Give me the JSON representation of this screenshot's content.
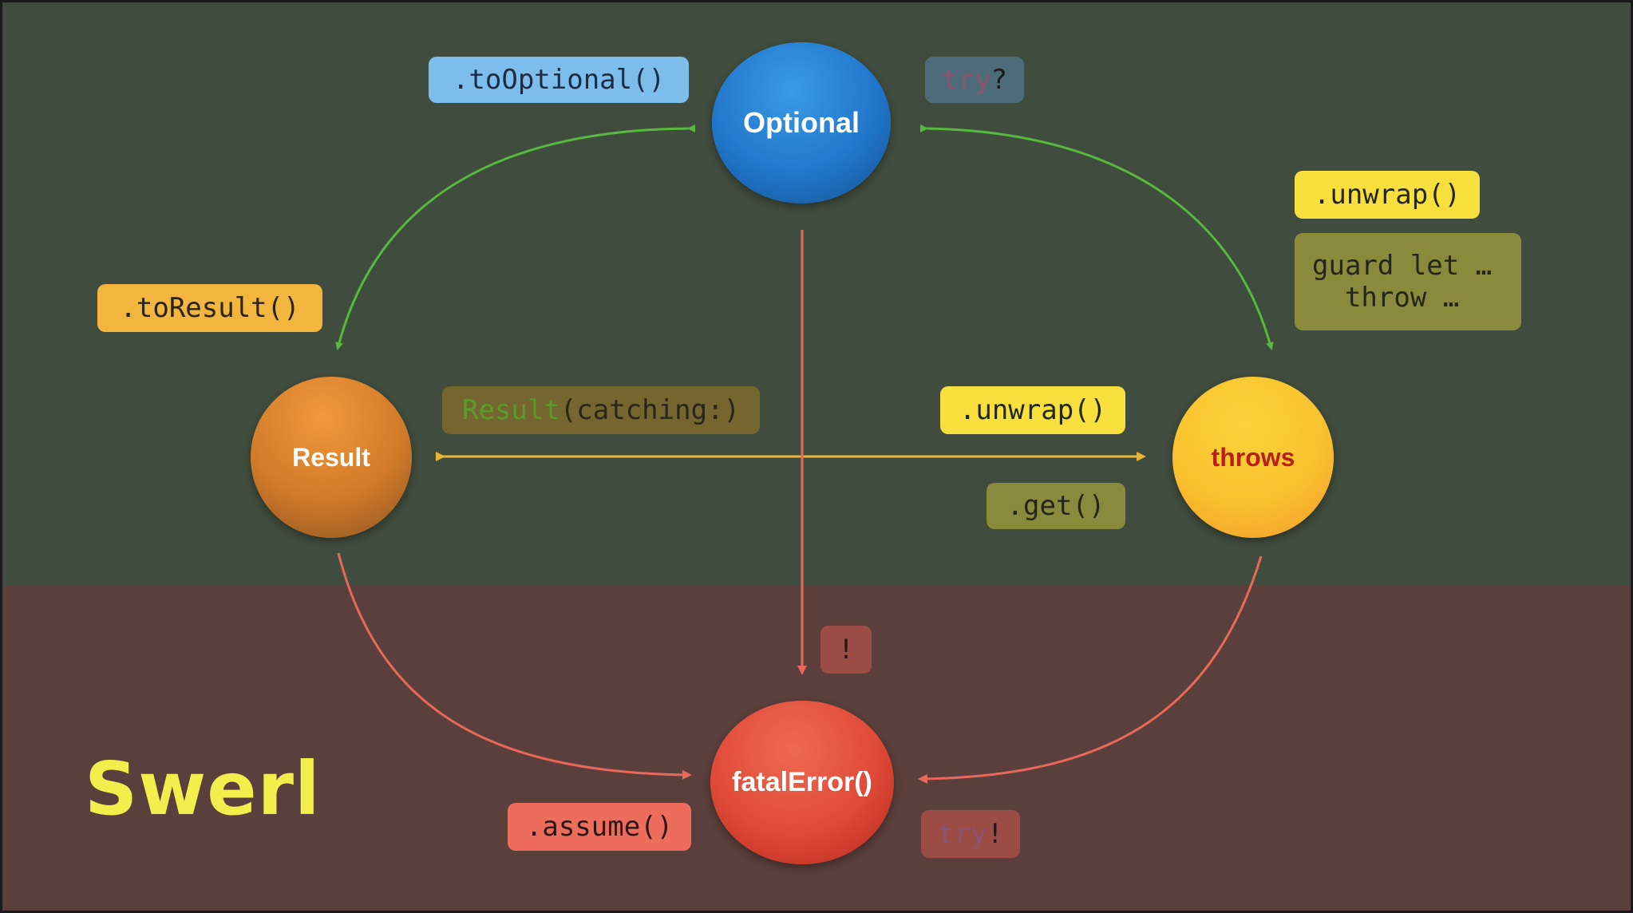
{
  "title": "Swerl",
  "nodes": {
    "optional": "Optional",
    "result": "Result",
    "throws": "throws",
    "fatal_error": "fatalError()"
  },
  "labels": {
    "to_optional": ".toOptional()",
    "try_optional_kw": "try",
    "try_optional_op": "?",
    "unwrap_throws": ".unwrap()",
    "guard_let": "guard let …\n  throw …",
    "to_result": ".toResult()",
    "result_type": "Result",
    "result_args": "(catching:)",
    "unwrap_result": ".unwrap()",
    "get": ".get()",
    "force_unwrap": "!",
    "assume": ".assume()",
    "try_force_kw": "try",
    "try_force_op": "!"
  },
  "colors": {
    "top_background": "#404c3d",
    "bottom_background": "#5a3f3c",
    "green_arrow": "#58b93f",
    "yellow_arrow": "#e9b43a",
    "red_arrow": "#e8695a",
    "title": "#f4ee4c"
  }
}
